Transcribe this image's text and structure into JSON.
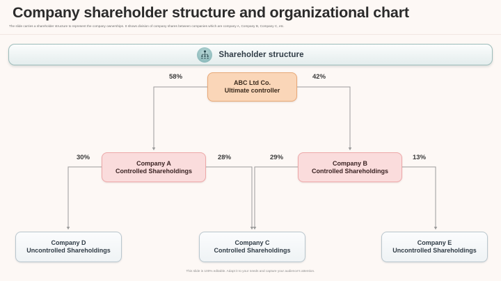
{
  "slide": {
    "title": "Company shareholder structure and organizational chart",
    "subtitle": "The slide carries a shareholder structure to represent the company ownerships. It shows division of company shares between companies which are company A, Company B, Company C, etc.",
    "footer_note": "This slide is 100% editable. Adapt it to your needs and capture your audience's attention."
  },
  "banner": {
    "label": "Shareholder structure",
    "icon": "organization-people-icon",
    "border_color": "#9dbcba",
    "icon_color": "#8fbcbd"
  },
  "chart_data": {
    "type": "diagram",
    "title": "Shareholder structure",
    "nodes": [
      {
        "id": "root",
        "line1": "ABC Ltd Co.",
        "line2": "Ultimate controller",
        "level": 0,
        "color": "#fad6b8",
        "border": "#e8a877"
      },
      {
        "id": "a",
        "line1": "Company A",
        "line2": "Controlled Shareholdings",
        "level": 1,
        "color": "#fadcdc",
        "border": "#eda8a8"
      },
      {
        "id": "b",
        "line1": "Company B",
        "line2": "Controlled Shareholdings",
        "level": 1,
        "color": "#fadcdc",
        "border": "#eda8a8"
      },
      {
        "id": "d",
        "line1": "Company D",
        "line2": "Uncontrolled Shareholdings",
        "level": 2,
        "color": "#eff3f5",
        "border": "#b9c6cd"
      },
      {
        "id": "c",
        "line1": "Company C",
        "line2": "Controlled Shareholdings",
        "level": 2,
        "color": "#eff3f5",
        "border": "#b9c6cd"
      },
      {
        "id": "e",
        "line1": "Company E",
        "line2": "Uncontrolled Shareholdings",
        "level": 2,
        "color": "#eff3f5",
        "border": "#b9c6cd"
      }
    ],
    "edges": [
      {
        "from": "root",
        "to": "a",
        "label": "58%"
      },
      {
        "from": "root",
        "to": "b",
        "label": "42%"
      },
      {
        "from": "a",
        "to": "d",
        "label": "30%"
      },
      {
        "from": "a",
        "to": "c",
        "label": "28%"
      },
      {
        "from": "b",
        "to": "c",
        "label": "29%"
      },
      {
        "from": "b",
        "to": "e",
        "label": "13%"
      }
    ],
    "connector_color": "#9a9a9a"
  }
}
